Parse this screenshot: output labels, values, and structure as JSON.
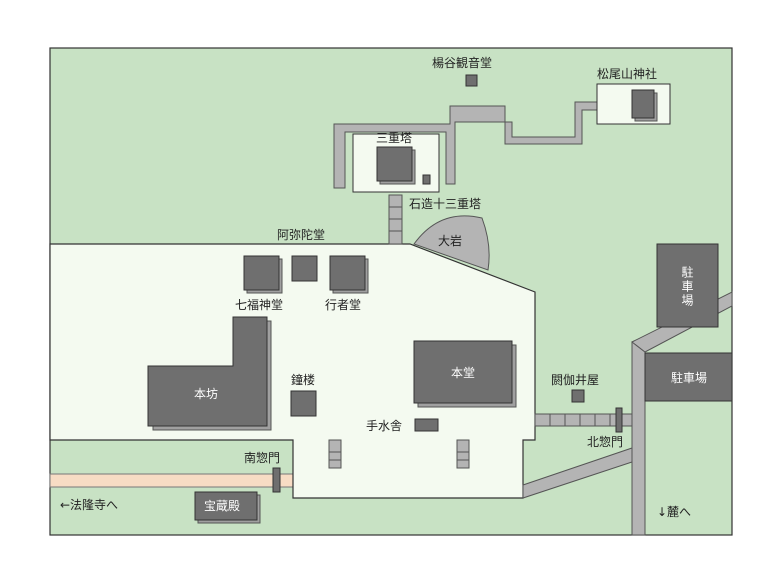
{
  "map": {
    "colors": {
      "grass": "#c8e2c4",
      "precinct": "#f4faf0",
      "building": "#6f6f6f",
      "path": "#b4b4b4",
      "road": "#f7dcc4",
      "border": "#333333"
    },
    "labels": {
      "yokoku_kannon": "楊谷観音堂",
      "matsuo_shrine": "松尾山神社",
      "sanju_pagoda": "三重塔",
      "stone_pagoda": "石造十三重塔",
      "oiwa": "大岩",
      "amida_hall": "阿弥陀堂",
      "shichifuku_hall": "七福神堂",
      "gyoja_hall": "行者堂",
      "parking_1": "駐車場",
      "parking_2": "駐車場",
      "honbo": "本坊",
      "bell_tower": "鐘楼",
      "hondo": "本堂",
      "aka_house": "閼伽井屋",
      "chozuya": "手水舎",
      "north_gate": "北惣門",
      "south_gate": "南惣門",
      "to_horyuji": "←法隆寺へ",
      "treasure_hall": "宝蔵殿",
      "to_foot": "↓麓へ"
    }
  }
}
